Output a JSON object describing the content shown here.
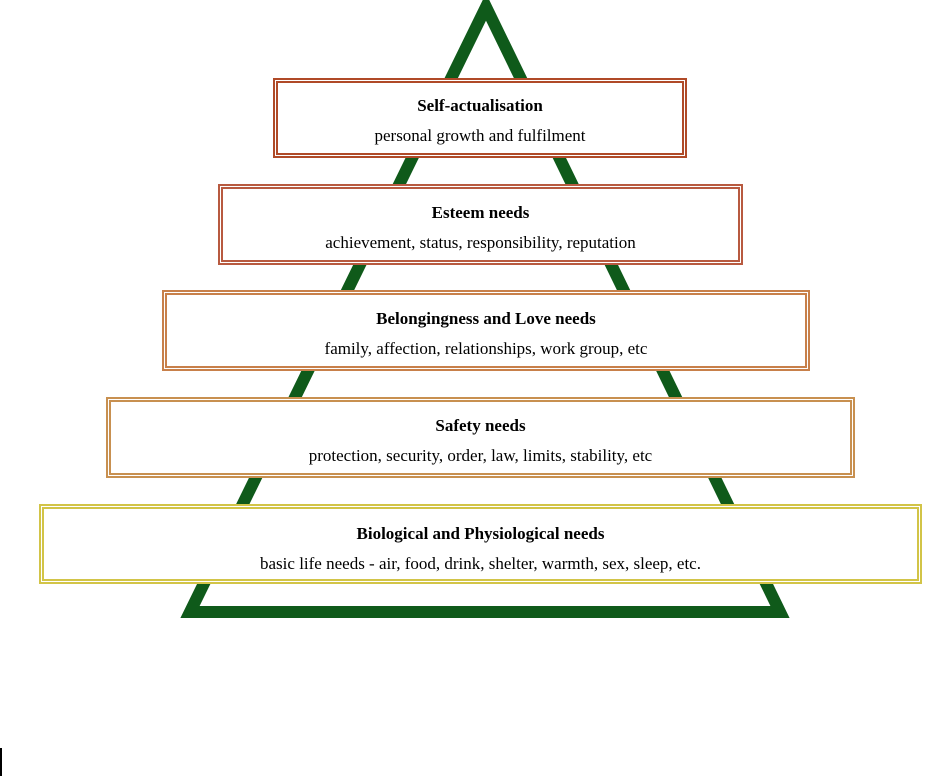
{
  "diagram": {
    "colors": {
      "triangle": "#0f5a1a",
      "levels": [
        "#b04a28",
        "#b85a40",
        "#c8804a",
        "#c89050",
        "#d2c447"
      ]
    },
    "levels": [
      {
        "title": "Self-actualisation",
        "description": "personal growth and fulfilment",
        "border_color": "#b04a28"
      },
      {
        "title": "Esteem needs",
        "description": "achievement, status, responsibility, reputation",
        "border_color": "#b85a40"
      },
      {
        "title": "Belongingness and Love needs",
        "description": "family, affection, relationships, work group, etc",
        "border_color": "#c8804a"
      },
      {
        "title": "Safety needs",
        "description": "protection, security, order, law, limits, stability, etc",
        "border_color": "#c89050"
      },
      {
        "title": "Biological and Physiological needs",
        "description": "basic life needs - air, food, drink, shelter, warmth, sex, sleep, etc.",
        "border_color": "#d2c447"
      }
    ]
  }
}
